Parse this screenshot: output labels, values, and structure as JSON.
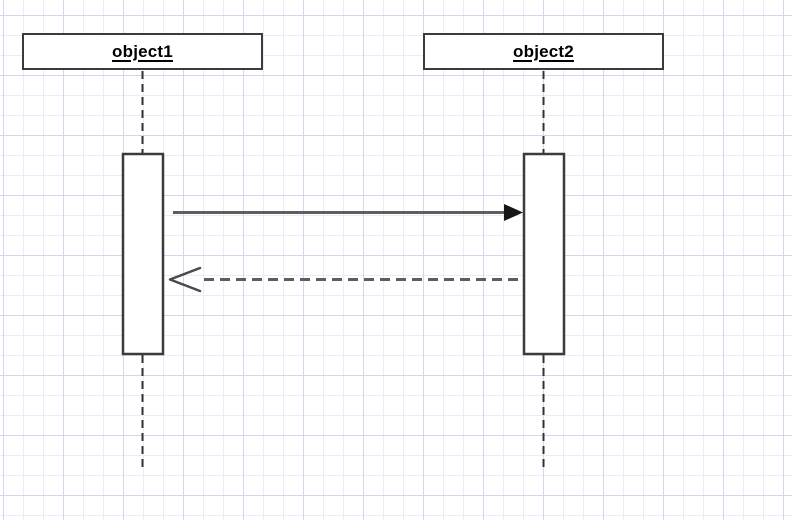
{
  "diagram": {
    "type": "uml-sequence-diagram",
    "actors": [
      {
        "label": "object1"
      },
      {
        "label": "object2"
      }
    ],
    "messages": [
      {
        "from": "object1",
        "to": "object2",
        "direction": "right",
        "line_style": "solid",
        "arrowhead": "filled-triangle",
        "label": ""
      },
      {
        "from": "object2",
        "to": "object1",
        "direction": "left",
        "line_style": "dashed",
        "arrowhead": "open-v",
        "label": ""
      }
    ],
    "colors": {
      "canvas_background": "#ffffff",
      "grid_minor": "#edebfa",
      "grid_major": "#d8d4ee",
      "shape_border": "#3b3b3b",
      "shape_fill": "#ffffff",
      "lifeline": "#333333",
      "message_line": "#5e5e5e",
      "arrowhead_fill": "#161616"
    }
  }
}
